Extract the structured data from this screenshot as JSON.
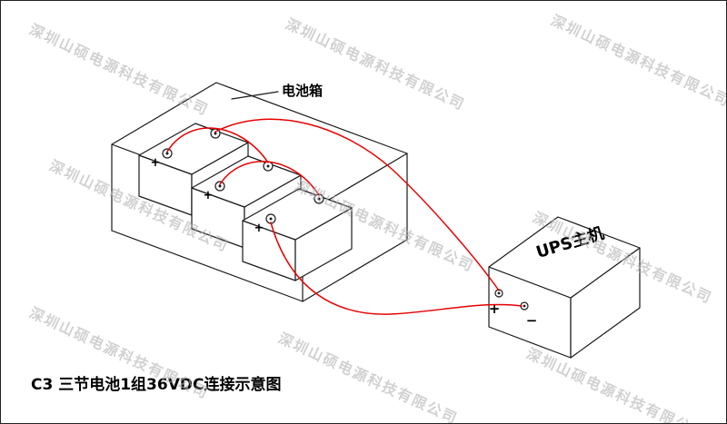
{
  "watermark": {
    "text": "深圳山硕电源科技有限公司"
  },
  "labels": {
    "battery_box": "电池箱",
    "ups": "UPS主机",
    "caption": "C3 三节电池1组36VDC连接示意图"
  },
  "batteries": [
    {
      "id": "battery-1",
      "positive_label": "+"
    },
    {
      "id": "battery-2",
      "positive_label": "+"
    },
    {
      "id": "battery-3",
      "positive_label": "+"
    }
  ],
  "ups_terminals": {
    "positive": "+",
    "negative": "−"
  },
  "colors": {
    "wire": "#e60000",
    "outline": "#1a1a1a",
    "watermark": "#b3b3b3"
  }
}
